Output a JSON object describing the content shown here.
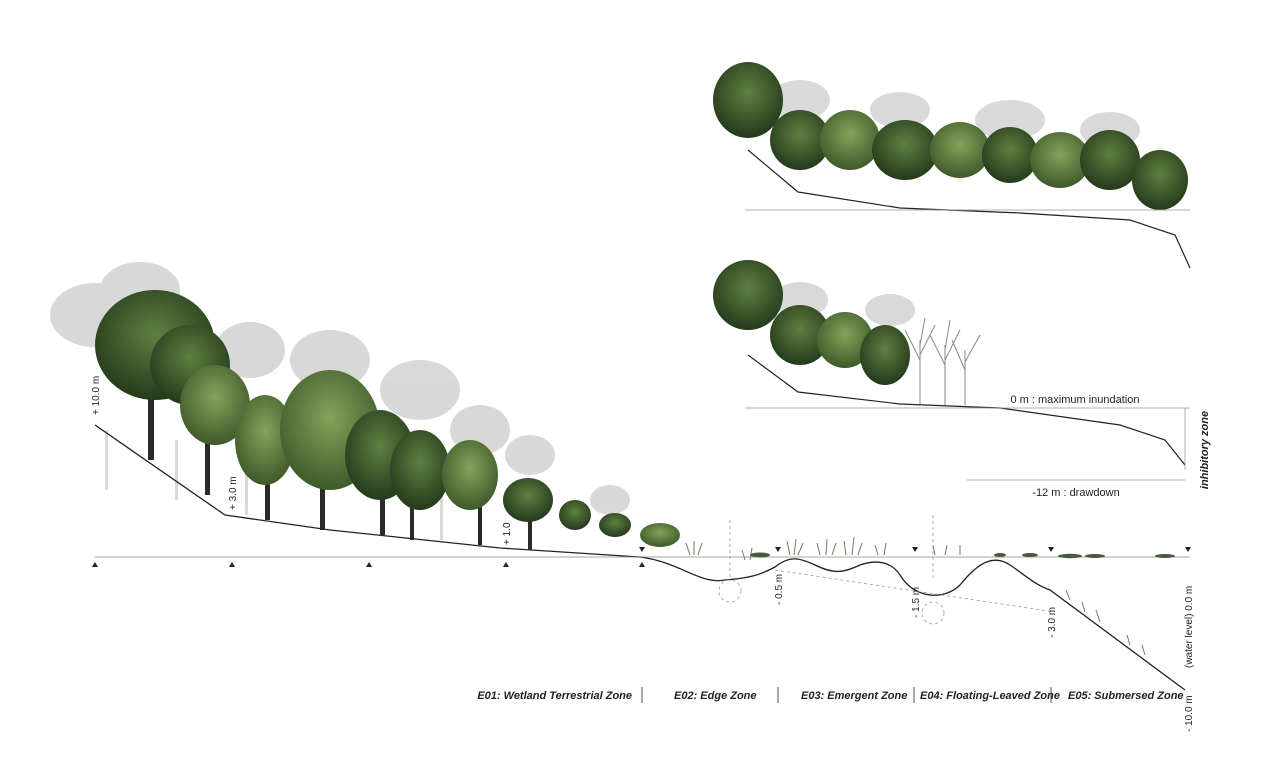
{
  "elevations": {
    "plus10": "+ 10.0 m",
    "plus3": "+ 3.0 m",
    "plus1": "+ 1.0",
    "minus05": "- 0.5 m",
    "minus15": "- 1.5 m",
    "minus3": "- 3.0 m",
    "minus10": "- 10.0 m",
    "water_level": "(water level) 0.0 m"
  },
  "zones": [
    {
      "label": "E01: Wetland Terrestrial Zone"
    },
    {
      "label": "E02: Edge Zone"
    },
    {
      "label": "E03: Emergent Zone"
    },
    {
      "label": "E04: Floating-Leaved Zone"
    },
    {
      "label": "E05: Submersed Zone"
    }
  ],
  "inset": {
    "max_inundation": "0 m : maximum inundation",
    "drawdown": "-12 m : drawdown",
    "side_label": "inhibitory zone"
  },
  "colors": {
    "tree_dark": "#2f4a26",
    "tree_mid": "#4e6d35",
    "tree_light": "#6f8c4a",
    "ghost": "#c9c9c9",
    "ground": "#222222"
  }
}
